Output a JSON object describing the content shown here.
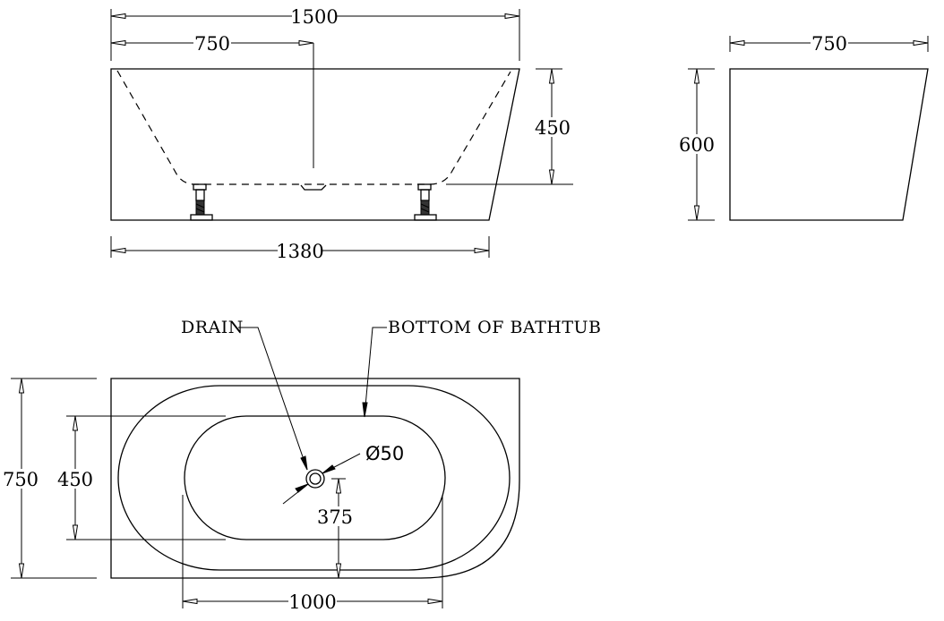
{
  "views": {
    "front": {
      "overall_length": "1500",
      "drain_offset": "750",
      "depth": "450",
      "base_length": "1380"
    },
    "side": {
      "width": "750",
      "height": "600"
    },
    "plan": {
      "label_drain": "DRAIN",
      "label_bottom": "BOTTOM OF BATHTUB",
      "overall_width": "750",
      "inner_width": "450",
      "drain_diameter": "Ø50",
      "drain_to_edge": "375",
      "inner_length": "1000"
    }
  }
}
